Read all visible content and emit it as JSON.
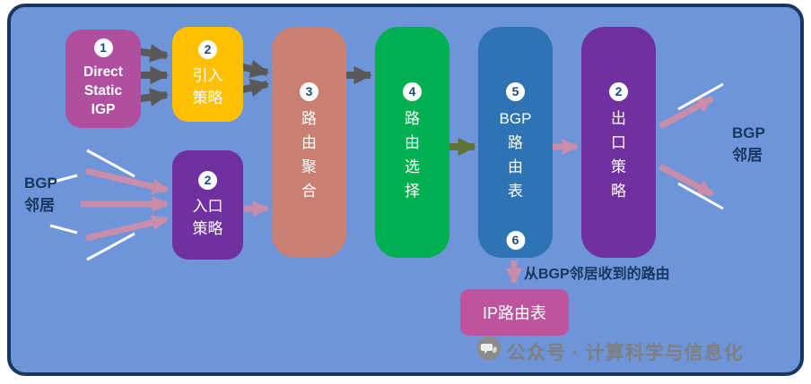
{
  "canvas": {
    "background": "#6E95D9",
    "border_color": "#17375E"
  },
  "colors": {
    "dark_arrow": "#595959",
    "pink_arrow": "#C98CA9",
    "olive_arrow": "#5F7434",
    "white_ray": "#FFFFFF",
    "label_text": "#17375E",
    "watermark_text": "#7F7F7F",
    "badge_bg": "#FFFFFF",
    "badge_text": "#1F4E79"
  },
  "boxes": {
    "sources": {
      "number": "1",
      "lines": [
        "Direct",
        "Static",
        "IGP"
      ],
      "color": "#B04F9F"
    },
    "import_policy": {
      "number": "2",
      "lines": [
        "引入",
        "策略"
      ],
      "color": "#FFC000"
    },
    "route_aggregation": {
      "number": "3",
      "lines": [
        "路",
        "由",
        "聚",
        "合"
      ],
      "color": "#C97F72"
    },
    "route_selection": {
      "number": "4",
      "lines": [
        "路",
        "由",
        "选",
        "择"
      ],
      "color": "#00B050"
    },
    "bgp_route_table": {
      "number": "5",
      "lines": [
        "BGP",
        "路",
        "由",
        "表"
      ],
      "color": "#2E74B5",
      "footnote_number": "6"
    },
    "export_policy": {
      "number": "2",
      "lines": [
        "出",
        "口",
        "策",
        "略"
      ],
      "color": "#7030A0"
    },
    "ingress_policy": {
      "number": "2",
      "lines": [
        "入口",
        "策略"
      ],
      "color": "#7030A0"
    },
    "ip_route_table": {
      "label": "IP路由表",
      "color": "#BE549D"
    }
  },
  "labels": {
    "bgp_neighbor_left": {
      "lines": [
        "BGP",
        "邻居"
      ]
    },
    "bgp_neighbor_right": {
      "lines": [
        "BGP",
        "邻居"
      ]
    },
    "received_routes": "从BGP邻居收到的路由",
    "watermark": "公众号 · 计算科学与信息化"
  }
}
